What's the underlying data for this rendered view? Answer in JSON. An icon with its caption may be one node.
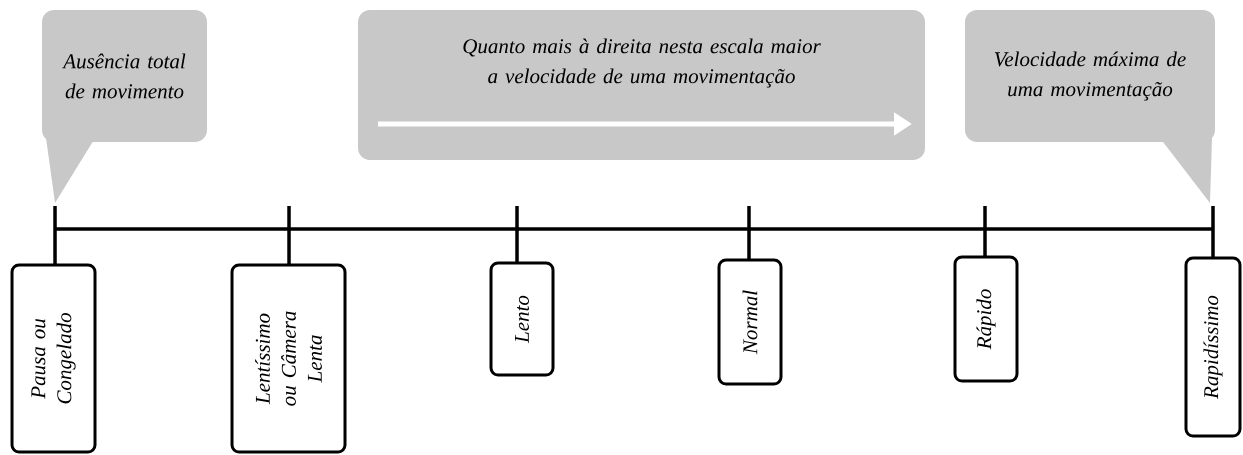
{
  "diagram": {
    "nodes": [
      {
        "text": [
          "Ausência total de movimento"
        ]
      },
      {
        "text": [
          "Quanto mais à direita nesta escala maior a velocidade de uma movimentação"
        ]
      },
      {
        "text": [
          "Velocidade máxima de uma movimentação"
        ]
      },
      {
        "text": [
          "Pausa ou Congelado"
        ]
      },
      {
        "text": [
          "Lentíssimo ou Câmera Lenta"
        ]
      },
      {
        "text": [
          "Lento"
        ]
      },
      {
        "text": [
          "Normal"
        ]
      },
      {
        "text": [
          "Rápido"
        ]
      },
      {
        "text": [
          "Rapidíssimo"
        ]
      }
    ]
  }
}
